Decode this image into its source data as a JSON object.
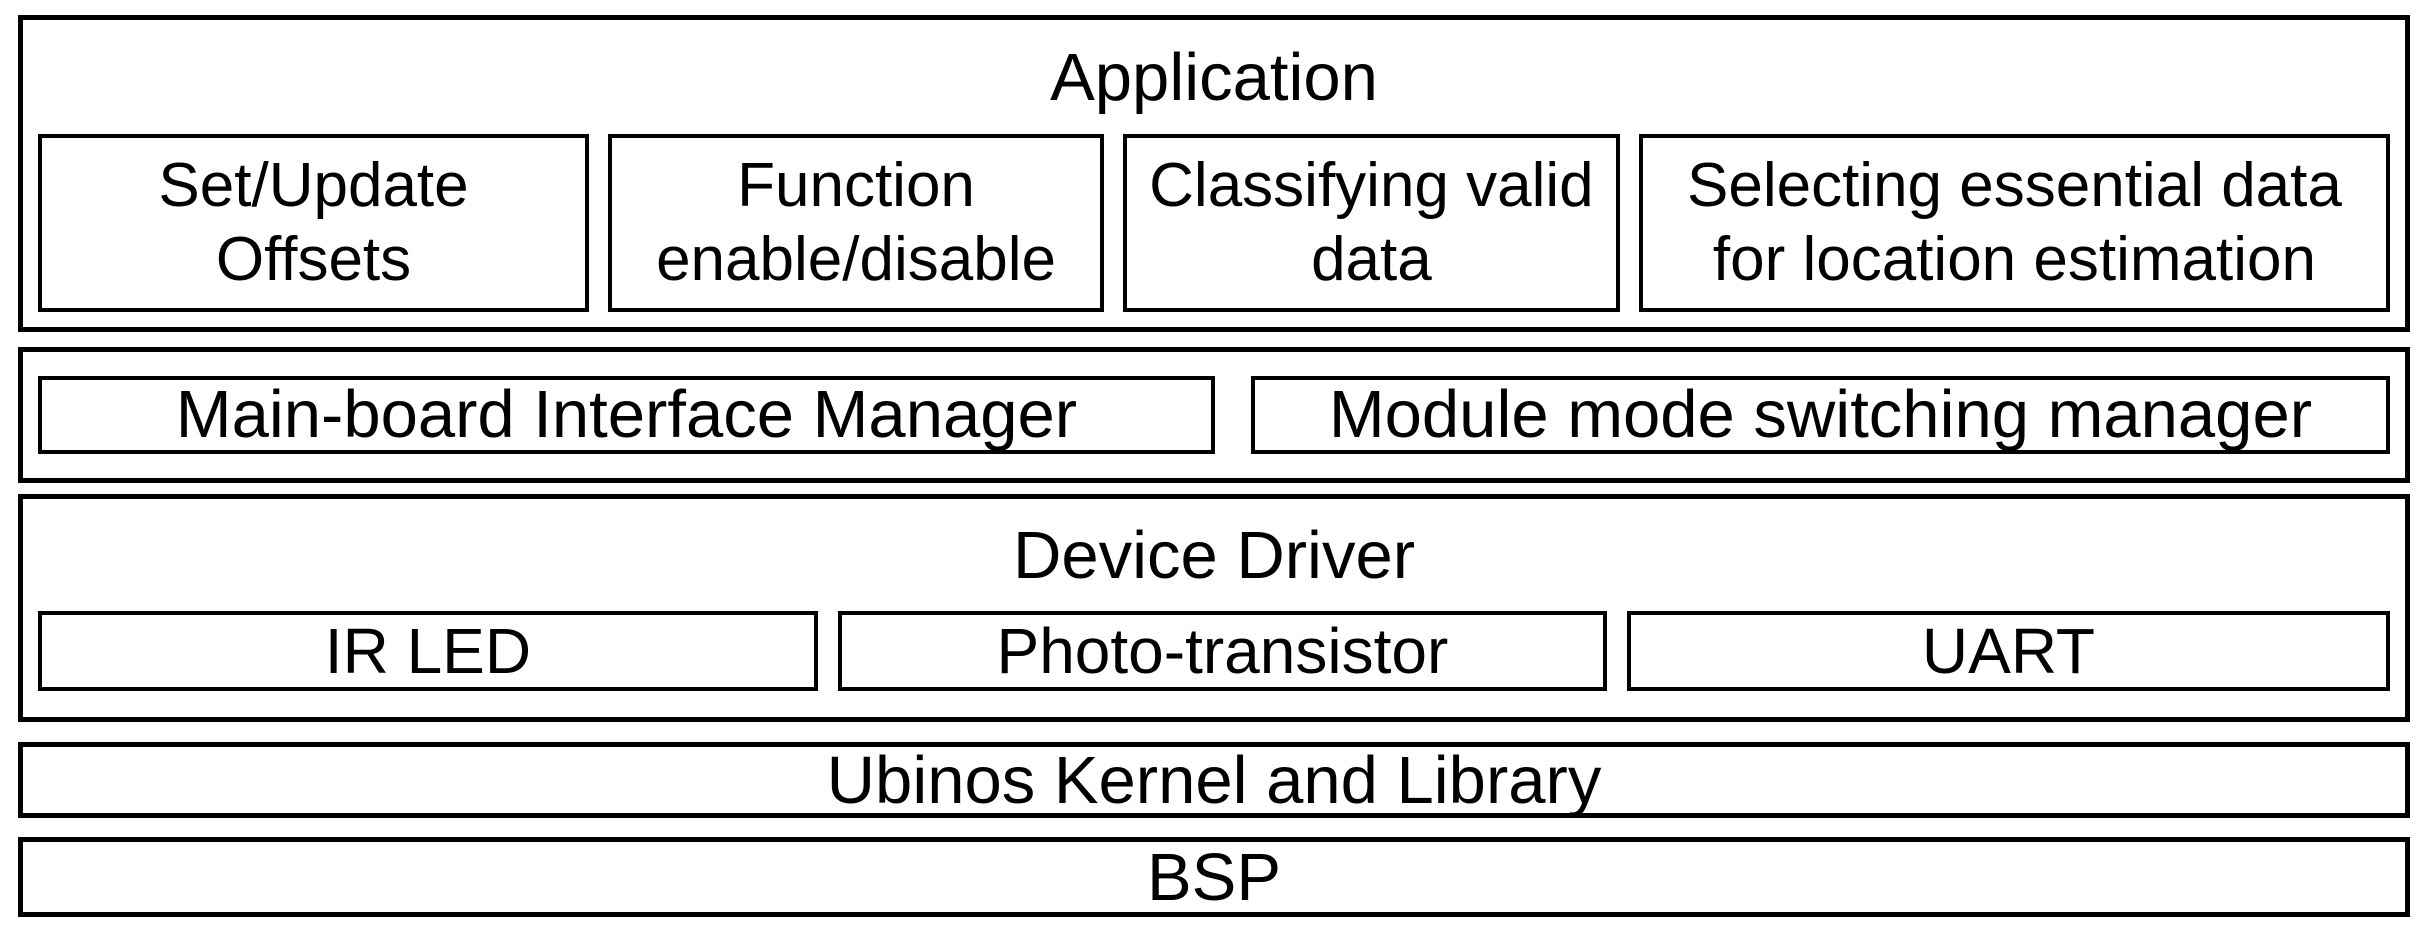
{
  "diagram": {
    "layers": {
      "application": {
        "title": "Application",
        "modules": [
          "Set/Update\nOffsets",
          "Function\nenable/disable",
          "Classifying valid\ndata",
          "Selecting essential data\nfor location estimation"
        ]
      },
      "managers": {
        "modules": [
          "Main-board Interface Manager",
          "Module mode switching manager"
        ]
      },
      "device_driver": {
        "title": "Device Driver",
        "modules": [
          "IR LED",
          "Photo-transistor",
          "UART"
        ]
      },
      "kernel": {
        "title": "Ubinos Kernel and Library"
      },
      "bsp": {
        "title": "BSP"
      }
    },
    "colors": {
      "border": "#000000",
      "background": "#ffffff",
      "text": "#000000"
    }
  }
}
